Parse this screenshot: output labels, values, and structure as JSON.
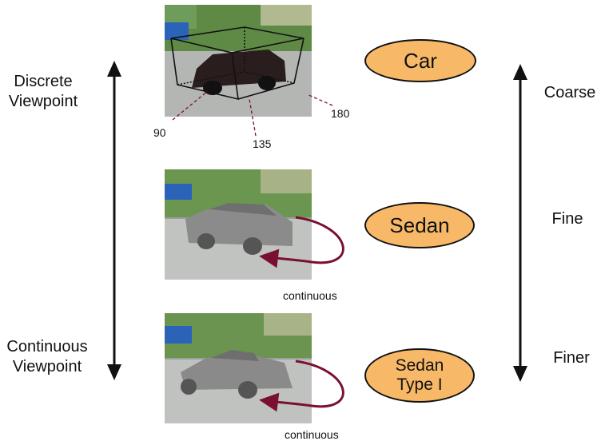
{
  "left_axis": {
    "top_label_line1": "Discrete",
    "top_label_line2": "Viewpoint",
    "bottom_label_line1": "Continuous",
    "bottom_label_line2": "Viewpoint"
  },
  "right_axis": {
    "coarse": "Coarse",
    "fine": "Fine",
    "finer": "Finer"
  },
  "rows": [
    {
      "ellipse_label": "Car",
      "angles": [
        "90",
        "135",
        "180"
      ]
    },
    {
      "ellipse_label": "Sedan",
      "caption": "continuous"
    },
    {
      "ellipse_label_line1": "Sedan",
      "ellipse_label_line2": "Type I",
      "caption": "continuous"
    }
  ],
  "colors": {
    "ellipse_fill": "#f7b968",
    "curve_arrow": "#7a1030",
    "axis": "#111111"
  }
}
